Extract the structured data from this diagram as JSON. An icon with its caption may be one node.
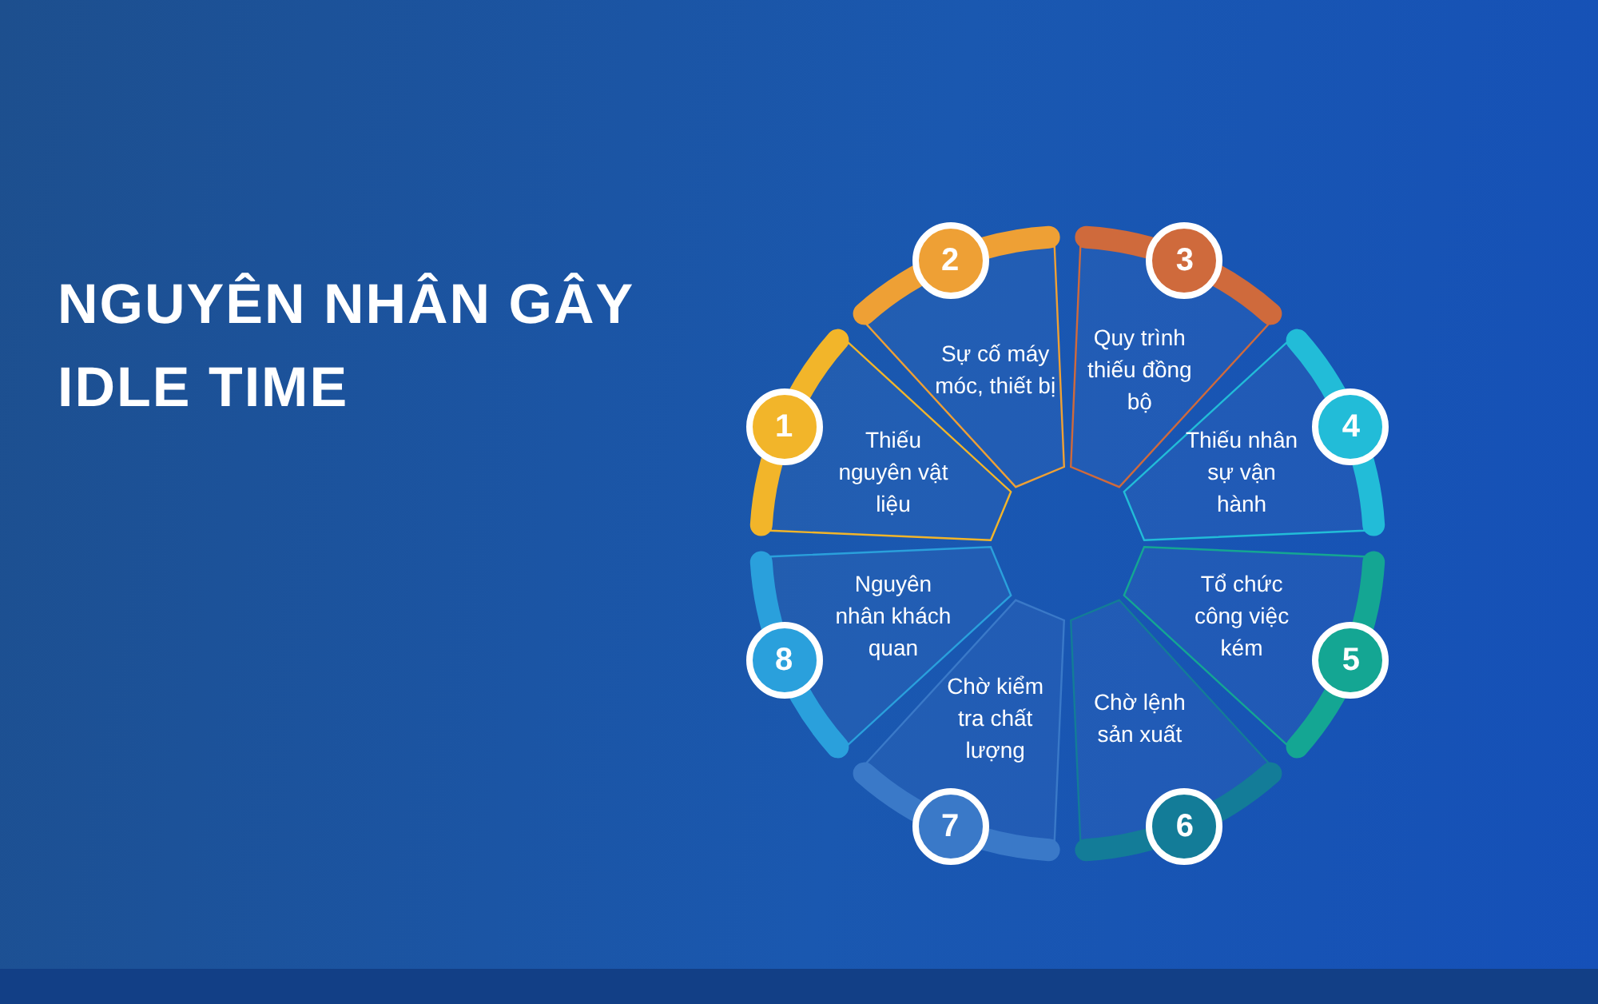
{
  "diagram": {
    "title": "NGUYÊN NHÂN GÂY IDLE TIME",
    "nodes": [
      {
        "text": [
          "1",
          "Thiếu nguyên vật liệu"
        ]
      },
      {
        "text": [
          "2",
          "Sự cố máy móc, thiết bị"
        ]
      },
      {
        "text": [
          "3",
          "Quy trình thiếu đồng bộ"
        ]
      },
      {
        "text": [
          "4",
          "Thiếu nhân sự vận hành"
        ]
      },
      {
        "text": [
          "5",
          "Tổ chức công việc kém"
        ]
      },
      {
        "text": [
          "Chờ lệnh sản xuất",
          "6"
        ]
      },
      {
        "text": [
          "Chờ kiểm tra chất lượng",
          "7"
        ]
      },
      {
        "text": [
          "8",
          "Nguyên nhân khách quan"
        ]
      }
    ]
  }
}
